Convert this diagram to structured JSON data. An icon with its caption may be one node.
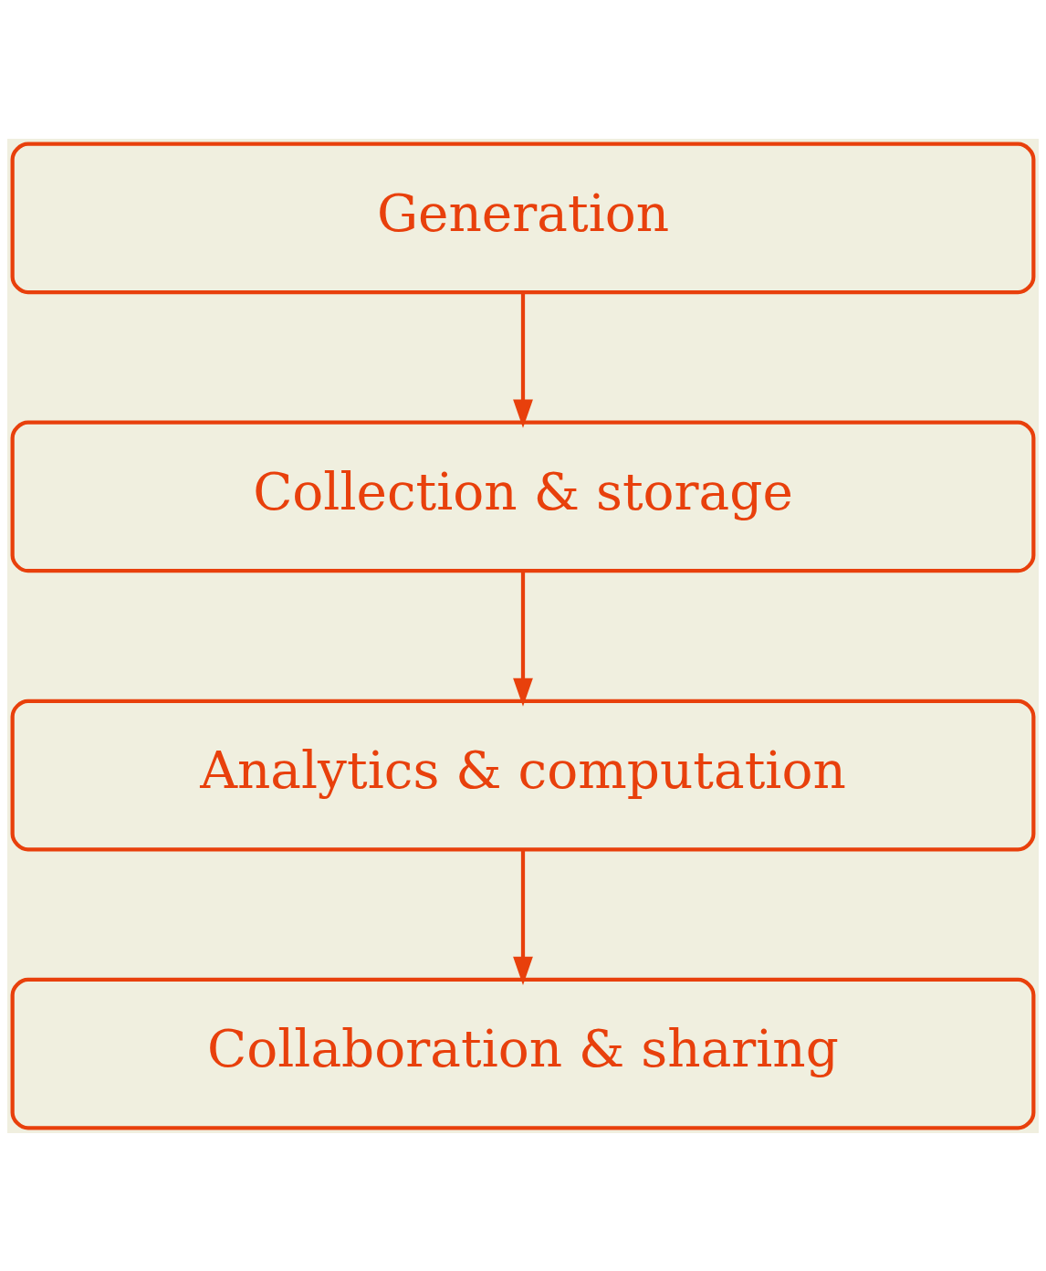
{
  "diagram": {
    "nodes": [
      {
        "text": [
          "Generation"
        ]
      },
      {
        "text": [
          "Collection & storage"
        ]
      },
      {
        "text": [
          "Analytics & computation"
        ]
      },
      {
        "text": [
          "Collaboration & sharing"
        ]
      }
    ],
    "edges": [
      {
        "from": 0,
        "to": 1,
        "arrow": "to"
      },
      {
        "from": 1,
        "to": 2,
        "arrow": "to"
      },
      {
        "from": 2,
        "to": 3,
        "arrow": "to"
      }
    ]
  }
}
